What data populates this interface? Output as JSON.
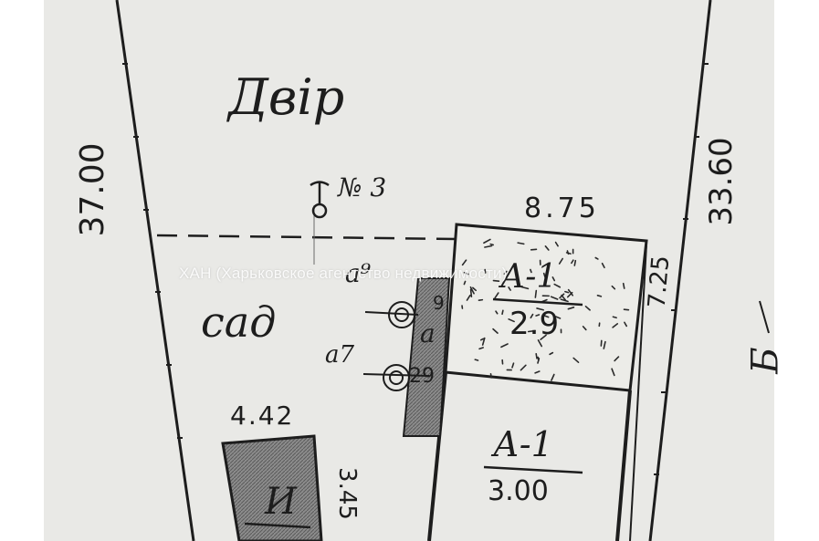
{
  "plan": {
    "yard_label": "Двір",
    "well_label": "№ 3",
    "garden_label": "сад",
    "left_boundary_length": "37.00",
    "right_boundary_length": "33.60",
    "far_right_mark": "/",
    "far_right_letter": "Б"
  },
  "house": {
    "width_label": "8.75",
    "depth_label": "7.25",
    "upper_part": {
      "code": "А-1",
      "value": "2.9"
    },
    "lower_part": {
      "code": "А-1",
      "value": "3.00"
    }
  },
  "porch": {
    "top_label": "9",
    "letter": "а",
    "bottom_label": "29"
  },
  "markers": {
    "a9": "а⁹",
    "a7": "а7"
  },
  "shed": {
    "width_label": "4.42",
    "depth_label": "3.45",
    "letter": "И"
  },
  "watermark": "ХАН (Харьковское агентство недвижимости)",
  "colors": {
    "paper": "#e9e9e6",
    "ink": "#1d1d1d",
    "hatch_fill": "#8c8c8c",
    "stipple_fill": "#ecece8"
  }
}
